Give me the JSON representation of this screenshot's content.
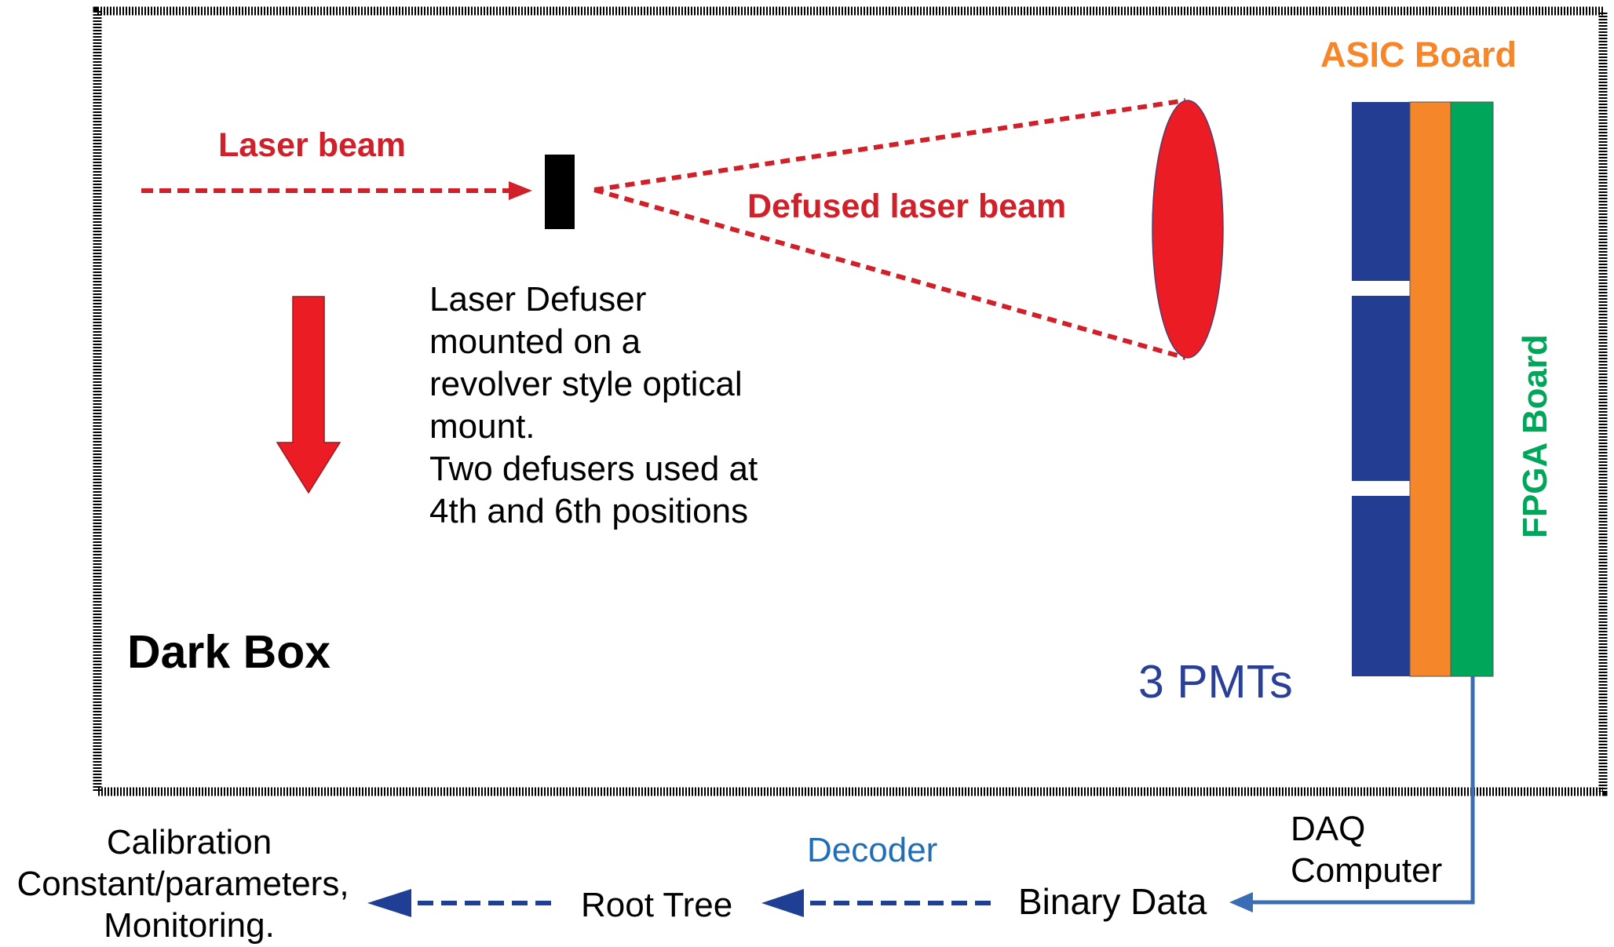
{
  "labels": {
    "laser_beam": "Laser beam",
    "defused_laser_beam": "Defused laser beam",
    "asic_board": "ASIC Board",
    "fpga_board": "FPGA Board",
    "dark_box": "Dark Box",
    "pmts": "3 PMTs",
    "daq_line1": "DAQ",
    "daq_line2": "Computer",
    "binary_data": "Binary Data",
    "decoder": "Decoder",
    "root_tree": "Root Tree",
    "calibration_line1": "Calibration",
    "calibration_line2": "Constant/parameters,",
    "calibration_line3": "Monitoring."
  },
  "defuser_note": [
    "Laser Defuser",
    "mounted on a",
    "revolver style optical",
    "mount.",
    "Two defusers used at",
    "4th and 6th positions"
  ],
  "colors": {
    "laser_red": "#d0202a",
    "lens_red": "#ec1c24",
    "asic_orange": "#f5862a",
    "fpga_green": "#00a65a",
    "pmt_blue": "#233d92",
    "cable_blue": "#3a6db3",
    "flow_blue": "#1f3f94",
    "decoder_blue": "#1f6fb8",
    "pmts_text_blue": "#2a3f96",
    "black": "#000000"
  }
}
